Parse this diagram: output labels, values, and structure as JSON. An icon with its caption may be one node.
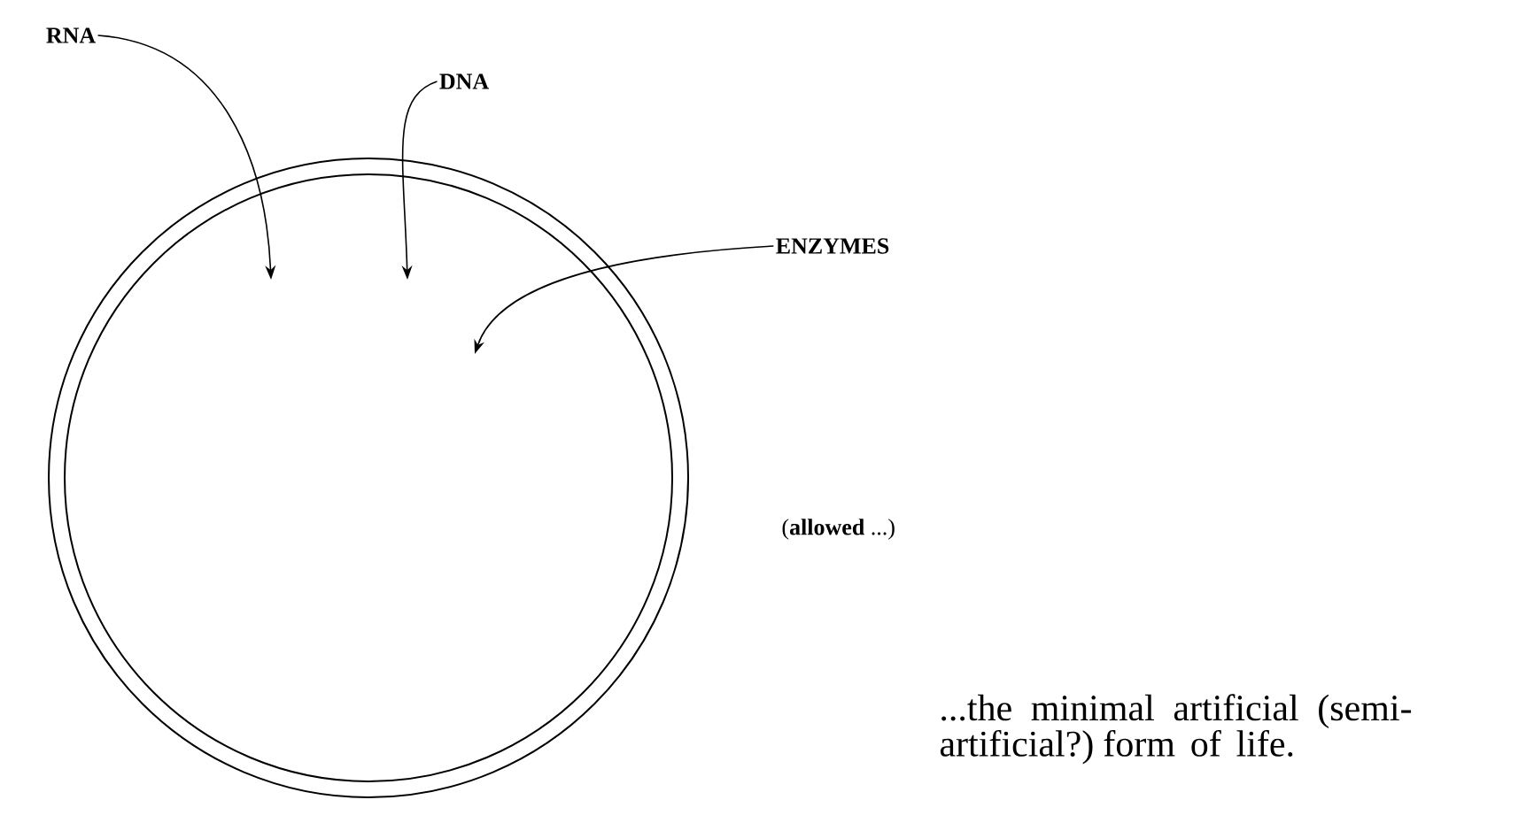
{
  "diagram": {
    "nodes": [
      {
        "text": [
          "RNA"
        ]
      },
      {
        "text": [
          "DNA"
        ]
      },
      {
        "text": [
          "ENZYMES"
        ]
      },
      {
        "text": [],
        "shape": "circle"
      }
    ],
    "edges": [
      {
        "from": 0,
        "to": 3,
        "arrow": "to"
      },
      {
        "from": 1,
        "to": 3,
        "arrow": "to"
      },
      {
        "from": 2,
        "to": 3,
        "arrow": "to"
      }
    ],
    "labels": [
      "(**allowed** ...)",
      "...the minimal artificial (semi-artificial?) form of life."
    ]
  }
}
